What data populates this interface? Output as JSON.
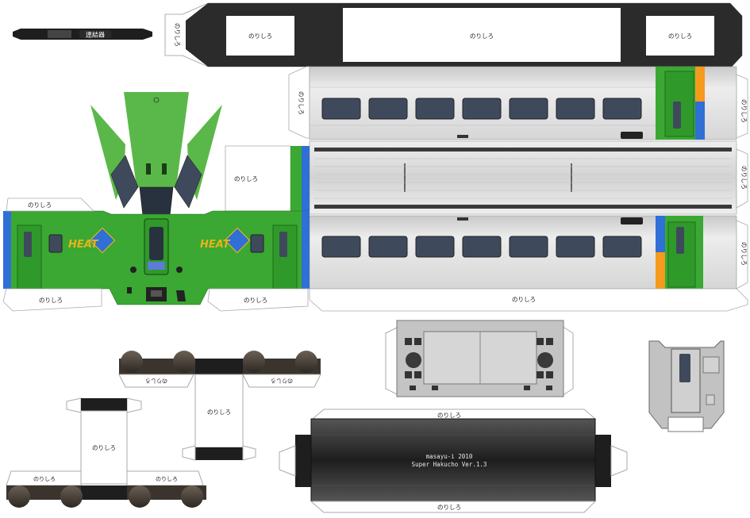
{
  "labels": {
    "glue": "のりしろ",
    "coupler": "連結器",
    "logo": "HEAT",
    "credit_line1": "masayu-i  2010",
    "credit_line2": "Super Hakucho  Ver.1.3"
  },
  "colors": {
    "body_green": "#3aa832",
    "body_green_dark": "#1f7a1c",
    "nose_green": "#5ab84a",
    "silver": "#d8d8d8",
    "window": "#3e4a5c",
    "roof_black": "#2b2b2b",
    "accent_orange": "#f59a1d",
    "accent_blue": "#2f6fd6",
    "logo_gold": "#e8b21a"
  }
}
